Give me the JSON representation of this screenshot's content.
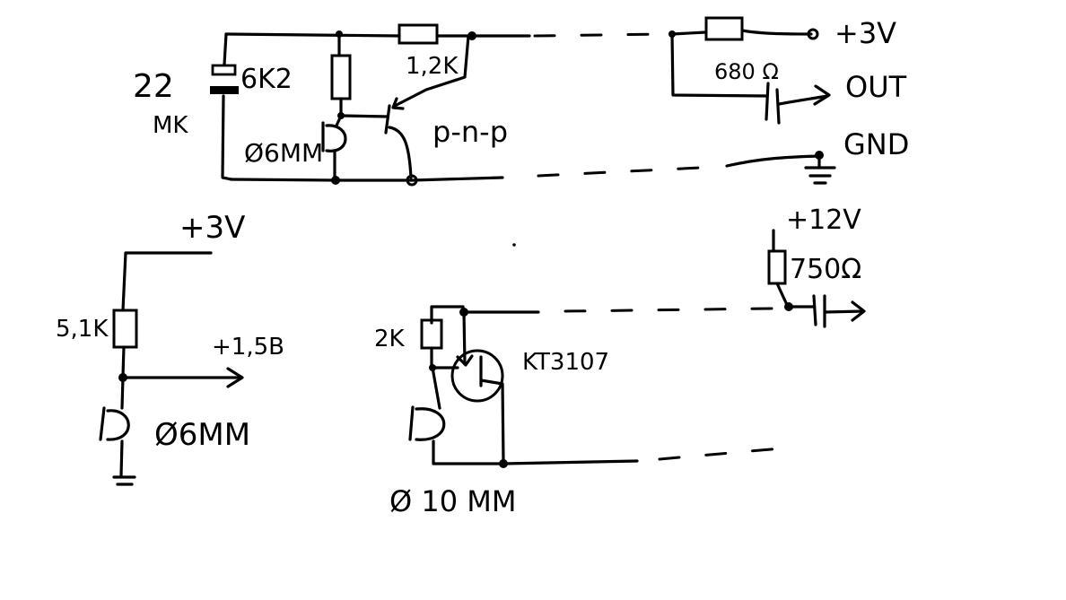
{
  "top_circuit": {
    "cap_value": "22",
    "cap_unit": "MK",
    "cap_voltage": "6K2",
    "resistor_1": "1,2K",
    "mic_size": "Ø6MM",
    "transistor_type": "p-n-p",
    "resistor_2": "680 Ω",
    "supply": "+3V",
    "output": "OUT",
    "ground": "GND"
  },
  "left_circuit": {
    "supply": "+3V",
    "resistor": "5,1K",
    "output": "+1,5B",
    "mic_size": "Ø6MM"
  },
  "bottom_circuit": {
    "resistor_1": "2K",
    "transistor": "KT3107",
    "mic_size": "Ø 10 MM",
    "supply": "+12V",
    "resistor_2": "750Ω"
  },
  "colors": {
    "ink": "#000000",
    "paper": "#ffffff"
  }
}
